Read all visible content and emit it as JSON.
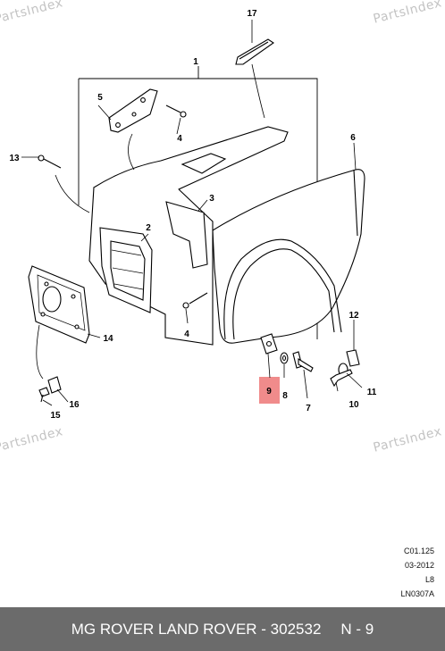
{
  "watermarks": [
    "PartsIndex",
    "PartsIndex",
    "PartsIndex",
    "PartsIndex"
  ],
  "callouts": {
    "c1": "1",
    "c2": "2",
    "c3": "3",
    "c4a": "4",
    "c4b": "4",
    "c5": "5",
    "c6": "6",
    "c7": "7",
    "c8": "8",
    "c9": "9",
    "c10": "10",
    "c11": "11",
    "c12": "12",
    "c13": "13",
    "c14": "14",
    "c15": "15",
    "c16": "16",
    "c17": "17"
  },
  "highlight": {
    "part": "9",
    "color": "#f08b8b"
  },
  "reference": {
    "code": "C01.125",
    "date": "03-2012",
    "level": "L8",
    "drawing": "LN0307A"
  },
  "footer": {
    "title": "MG ROVER LAND ROVER - 302532",
    "page": "N - 9"
  }
}
